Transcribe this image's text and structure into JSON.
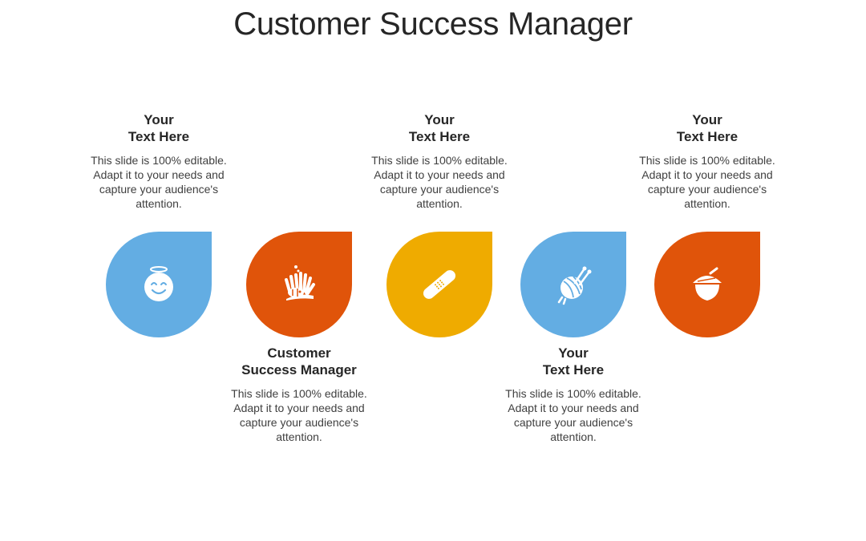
{
  "title": "Customer Success Manager",
  "colors": {
    "blue": "#63ade3",
    "orange": "#e0540a",
    "yellow": "#efab00"
  },
  "items": [
    {
      "heading_line1": "Your",
      "heading_line2": "Text Here",
      "body": "This slide is 100% editable. Adapt it to your needs and capture your audience's attention.",
      "icon": "angel-smiley-icon",
      "color": "blue",
      "text_position": "above"
    },
    {
      "heading_line1": "Customer",
      "heading_line2": "Success Manager",
      "body": "This slide is 100% editable. Adapt it to your needs and capture your audience's attention.",
      "icon": "coral-fish-icon",
      "color": "orange",
      "text_position": "below"
    },
    {
      "heading_line1": "Your",
      "heading_line2": "Text Here",
      "body": "This slide is 100% editable. Adapt it to your needs and capture your audience's attention.",
      "icon": "bandage-icon",
      "color": "yellow",
      "text_position": "above"
    },
    {
      "heading_line1": "Your",
      "heading_line2": "Text Here",
      "body": "This slide is 100% editable. Adapt it to your needs and capture your audience's attention.",
      "icon": "yarn-ball-icon",
      "color": "blue",
      "text_position": "below"
    },
    {
      "heading_line1": "Your",
      "heading_line2": "Text Here",
      "body": "This slide is 100% editable. Adapt it to your needs and capture your audience's attention.",
      "icon": "acorn-icon",
      "color": "orange",
      "text_position": "above"
    }
  ]
}
